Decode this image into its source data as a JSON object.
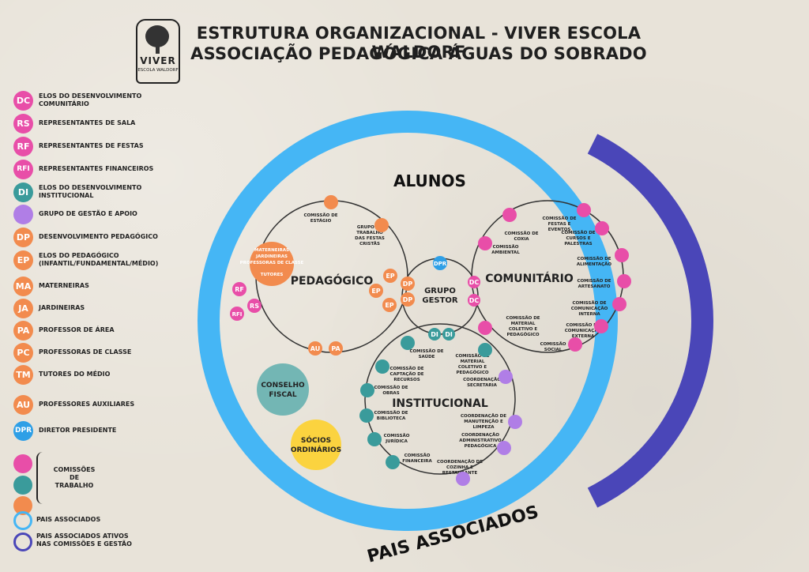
{
  "header": {
    "title_line1": "ESTRUTURA ORGANIZACIONAL - VIVER ESCOLA WALDORF",
    "title_line2": "ASSOCIAÇÃO PEDAGÓGICA ÁGUAS DO SOBRADO",
    "logo_word": "VIVER",
    "logo_sub": "ESCOLA WALDORF"
  },
  "colors": {
    "pink": "#e84ea8",
    "teal": "#3a9b9b",
    "orange": "#f28b4e",
    "lilac": "#b07ee6",
    "blue": "#2e9fe6",
    "light_blue": "#45b6f5",
    "navy": "#4a46b8",
    "yellow": "#fbd33f",
    "teal_light": "#73b6b4"
  },
  "legend": [
    {
      "abbr": "DC",
      "label": "ELOS DO DESENVOLVIMENTO COMUNITÁRIO",
      "color": "#e84ea8"
    },
    {
      "abbr": "RS",
      "label": "REPRESENTANTES DE SALA",
      "color": "#e84ea8"
    },
    {
      "abbr": "RF",
      "label": "REPRESENTANTES DE FESTAS",
      "color": "#e84ea8"
    },
    {
      "abbr": "RFI",
      "label": "REPRESENTANTES FINANCEIROS",
      "color": "#e84ea8"
    },
    {
      "abbr": "DI",
      "label": "ELOS DO DESENVOLVIMENTO INSTITUCIONAL",
      "color": "#3a9b9b"
    },
    {
      "abbr": "",
      "label": "GRUPO DE GESTÃO E APOIO",
      "color": "#b07ee6"
    },
    {
      "abbr": "DP",
      "label": "DESENVOLVIMENTO PEDAGÓGICO",
      "color": "#f28b4e"
    },
    {
      "abbr": "EP",
      "label": "ELOS DO PEDAGÓGICO (INFANTIL/FUNDAMENTAL/MÉDIO)",
      "color": "#f28b4e"
    },
    {
      "abbr": "MA",
      "label": "MATERNEIRAS",
      "color": "#f28b4e"
    },
    {
      "abbr": "JA",
      "label": "JARDINEIRAS",
      "color": "#f28b4e"
    },
    {
      "abbr": "PA",
      "label": "PROFESSOR DE ÁREA",
      "color": "#f28b4e"
    },
    {
      "abbr": "PC",
      "label": "PROFESSORAS DE CLASSE",
      "color": "#f28b4e"
    },
    {
      "abbr": "TM",
      "label": "TUTORES DO MÉDIO",
      "color": "#f28b4e"
    },
    {
      "abbr": "AU",
      "label": "PROFESSORES AUXILIARES",
      "color": "#f28b4e"
    },
    {
      "abbr": "DPR",
      "label": "DIRETOR PRESIDENTE",
      "color": "#2e9fe6"
    }
  ],
  "legend_commissions_label": "COMISSÕES DE TRABALHO",
  "legend_pais": "PAIS ASSOCIADOS",
  "legend_pais_ativos": "PAIS ASSOCIADOS ATIVOS NAS COMISSÕES E GESTÃO",
  "diagram": {
    "alunos": "ALUNOS",
    "pais_associados": "PAIS ASSOCIADOS",
    "pedagogico": {
      "title": "PEDAGÓGICO",
      "comissao_estagio": "COMISSÃO DE ESTÁGIO",
      "grupo_festas": "GRUPO DE TRABALHO DAS FESTAS CRISTÃS",
      "staff_lines": [
        "MATERNEIRAS",
        "JARDINEIRAS",
        "PROFESSORAS DE CLASSE",
        "TUTORES"
      ],
      "badges": [
        "RF",
        "RS",
        "RFI",
        "EP",
        "EP",
        "EP",
        "DP",
        "DP",
        "AU",
        "PA"
      ]
    },
    "grupo_gestor": {
      "title_line1": "GRUPO",
      "title_line2": "GESTOR",
      "dpr": "DPR",
      "di1": "DI",
      "di2": "DI"
    },
    "comunitario": {
      "title": "COMUNITÁRIO",
      "dc1": "DC",
      "dc2": "DC",
      "items": [
        "COMISSÃO DE COXIA",
        "COMISSÃO DE FESTAS E EVENTOS",
        "COMISSÃO DE CURSOS E PALESTRAS",
        "COMISSÃO AMBIENTAL",
        "COMISSÃO DE ALIMENTAÇÃO",
        "COMISSÃO DE ARTESANATO",
        "COMISSÃO DE COMUNICAÇÃO INTERNA",
        "COMISSÃO DE MATERIAL COLETIVO E PEDAGÓGICO",
        "COMISSÃO DE COMUNICAÇÃO EXTERNA",
        "COMISSÃO SOCIAL"
      ]
    },
    "institucional": {
      "title": "INSTITUCIONAL",
      "items": [
        "COMISSÃO DE SAÚDE",
        "COMISSÃO DE MATERIAL COLETIVO E PEDAGÓGICO",
        "COMISSÃO DE CAPTAÇÃO DE RECURSOS",
        "COORDENAÇÃO SECRETARIA",
        "COMISSÃO DE OBRAS",
        "COMISSÃO DE BIBLIOTECA",
        "COORDENAÇÃO DE MANUTENÇÃO E LIMPEZA",
        "COMISSÃO JURÍDICA",
        "COORDENAÇÃO ADMINISTRATIVO PEDAGÓGICA",
        "COMISSÃO FINANCEIRA",
        "COORDENAÇÃO DE COZINHA E RESTAURANTE"
      ]
    },
    "conselho_fiscal": "CONSELHO FISCAL",
    "socios_ordinarios": "SÓCIOS ORDINÁRIOS"
  }
}
